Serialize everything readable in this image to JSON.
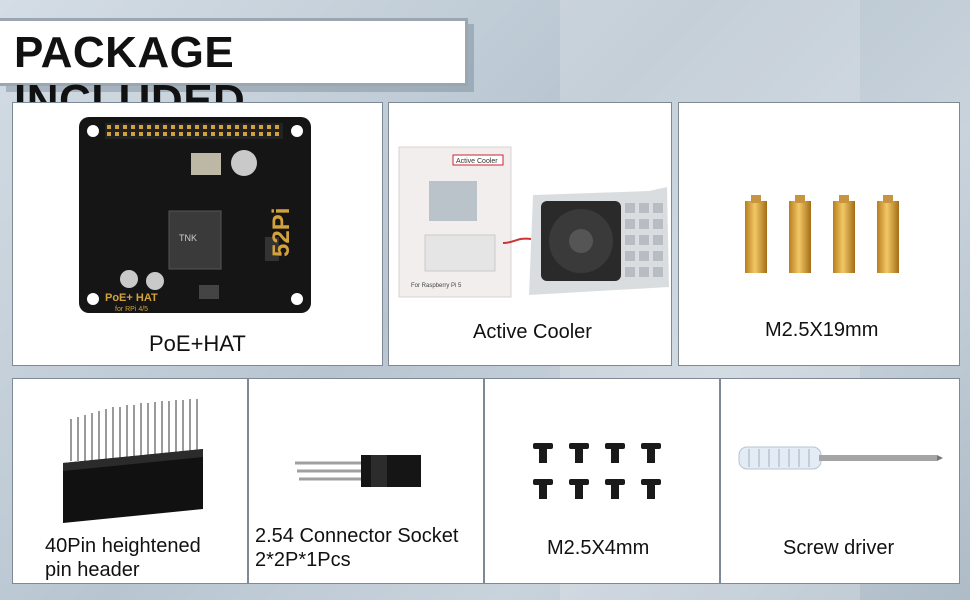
{
  "header": {
    "title": "PACKAGE INCLUDED"
  },
  "items": [
    {
      "label": "PoE+HAT",
      "board_text": {
        "brand": "52Pi",
        "name": "PoE+ HAT",
        "model": "for RPi 4/5"
      }
    },
    {
      "label": "Active Cooler",
      "box_text": {
        "title": "Active Cooler",
        "footer": "For Raspberry Pi 5"
      }
    },
    {
      "label": "M2.5X19mm"
    },
    {
      "label_line1": "40Pin heightened",
      "label_line2": "pin header"
    },
    {
      "label_line1": "2.54 Connector Socket",
      "label_line2": "2*2P*1Pcs"
    },
    {
      "label": "M2.5X4mm"
    },
    {
      "label": "Screw driver"
    }
  ],
  "colors": {
    "board": "#151515",
    "brass": "#d9a53c",
    "accent_gold": "#d4a23a",
    "frame": "#7d8a96"
  }
}
